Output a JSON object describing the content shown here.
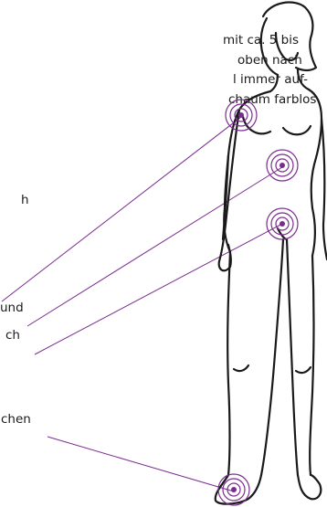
{
  "text": {
    "intro_lines": [
      "mit ca. 5 bis",
      "oben nach",
      "l immer auf-",
      "chaum farblos"
    ],
    "fragment_h": "h",
    "fragment_und": "und",
    "fragment_ch": "ch",
    "fragment_chen": "chen"
  },
  "colors": {
    "accent": "#7a2d8f",
    "outline": "#1a1a1a"
  }
}
